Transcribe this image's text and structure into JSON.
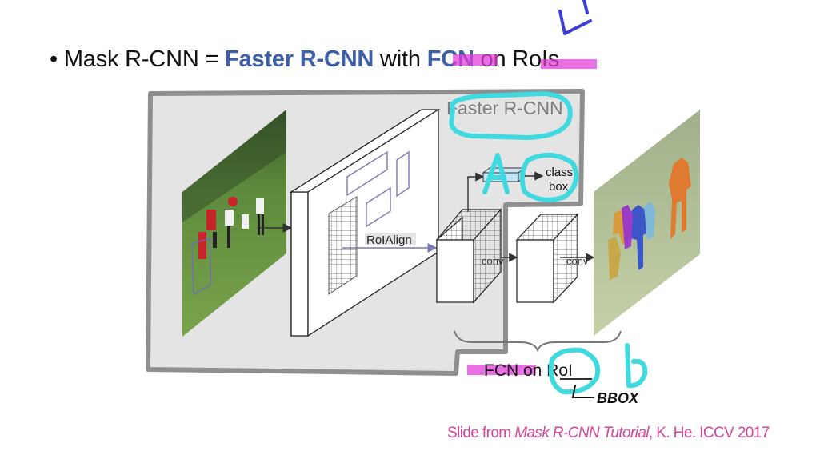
{
  "title": {
    "bullet": "•",
    "prefix": "Mask R-CNN = ",
    "faster": "Faster R-CNN",
    "with": " with ",
    "fcn": "FCN",
    "suffix": " on RoIs"
  },
  "diagram": {
    "faster_rcnn_label": "Faster R-CNN",
    "roialign_label": "RoIAlign",
    "class_label": "class",
    "box_label": "box",
    "conv_label_1": "conv",
    "conv_label_2": "conv",
    "fcn_label": "FCN on RoI"
  },
  "annotations": {
    "bbox_note": "BBOX"
  },
  "credit": {
    "prefix": "Slide from ",
    "source": "Mask R-CNN Tutorial",
    "suffix": ", K. He. ICCV 2017"
  },
  "colors": {
    "title_blue": "#3d5fa8",
    "highlight_magenta": "#e040d8",
    "ink_cyan": "#3fd9e0",
    "ink_blue": "#3b3fd8",
    "credit_pink": "#d6459b",
    "gray_region": "#e4e4e4"
  }
}
